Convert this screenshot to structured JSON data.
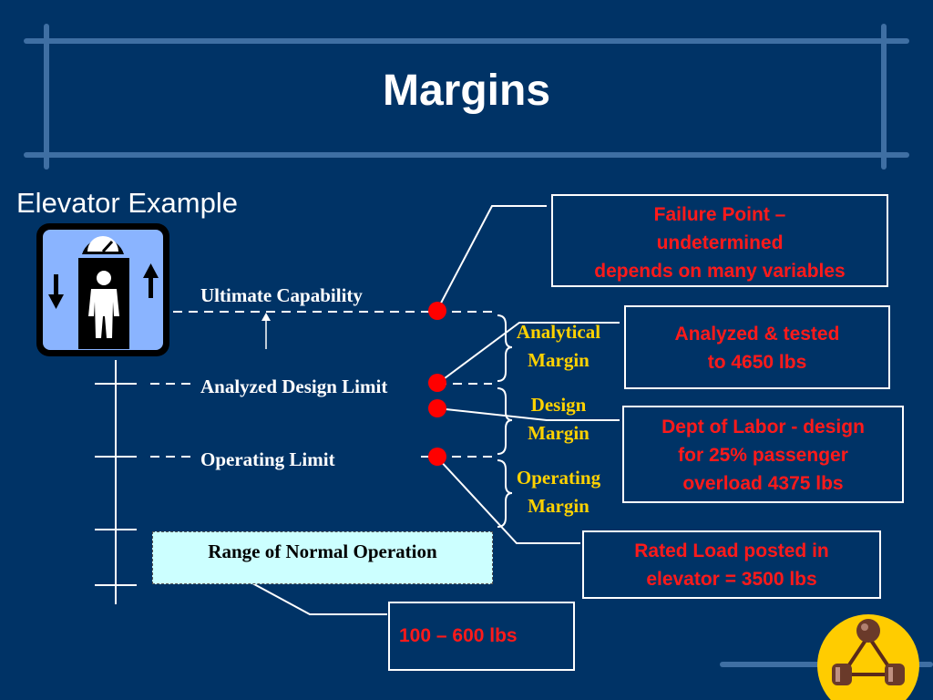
{
  "slide": {
    "title": "Margins",
    "subtitle": "Elevator Example"
  },
  "levels": {
    "ultimate": "Ultimate Capability",
    "analyzed": "Analyzed Design Limit",
    "operating": "Operating Limit",
    "normal_range": "Range of Normal Operation"
  },
  "margins": {
    "analytical": [
      "Analytical",
      "Margin"
    ],
    "design": [
      "Design",
      "Margin"
    ],
    "operating": [
      "Operating",
      "Margin"
    ]
  },
  "callouts": {
    "failure": [
      "Failure Point –",
      "undetermined",
      "depends on many variables"
    ],
    "analyzed": [
      "Analyzed & tested",
      "to 4650 lbs"
    ],
    "dol": [
      "Dept of Labor - design",
      "for 25% passenger",
      "overload 4375 lbs"
    ],
    "rated": [
      "Rated Load posted in",
      "elevator = 3500 lbs"
    ],
    "range": "100 – 600 lbs"
  },
  "colors": {
    "background": "#003366",
    "marker": "#ff0000",
    "callout_text": "#ff1a1a",
    "margin_text": "#ffd200",
    "normal_range_fill": "#ccffff"
  },
  "icons": [
    "elevator-icon",
    "logo-icon"
  ]
}
